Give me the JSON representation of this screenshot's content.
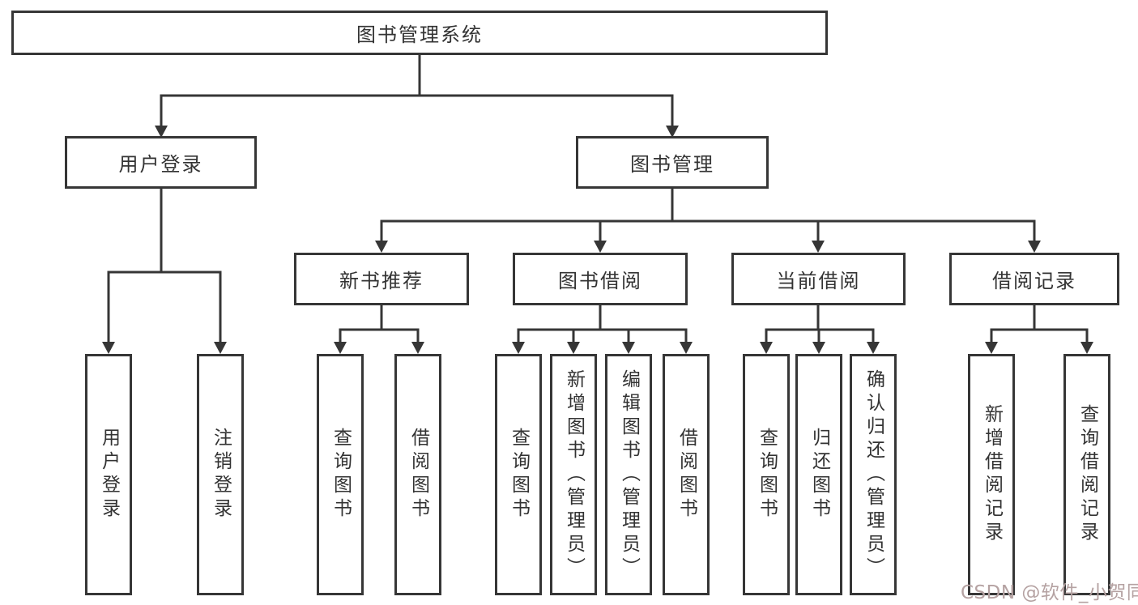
{
  "tree": {
    "root": {
      "label": "图书管理系统"
    },
    "branches": [
      {
        "label": "用户登录",
        "children": [
          {
            "label": "用户登录"
          },
          {
            "label": "注销登录"
          }
        ]
      },
      {
        "label": "图书管理",
        "children": [
          {
            "label": "新书推荐",
            "children": [
              {
                "label": "查询图书"
              },
              {
                "label": "借阅图书"
              }
            ]
          },
          {
            "label": "图书借阅",
            "children": [
              {
                "label": "查询图书"
              },
              {
                "label": "新增图书（管理员）"
              },
              {
                "label": "编辑图书（管理员）"
              },
              {
                "label": "借阅图书"
              }
            ]
          },
          {
            "label": "当前借阅",
            "children": [
              {
                "label": "查询图书"
              },
              {
                "label": "归还图书"
              },
              {
                "label": "确认归还（管理员）"
              }
            ]
          },
          {
            "label": "借阅记录",
            "children": [
              {
                "label": "新增借阅记录"
              },
              {
                "label": "查询借阅记录"
              }
            ]
          }
        ]
      }
    ]
  },
  "watermark": {
    "text": "CSDN @软件_小贺同学",
    "color": "#b5a2a2"
  },
  "colors": {
    "line": "#363636",
    "box_border": "#363636",
    "box_fill": "#ffffff",
    "text": "#333333",
    "background": "#ffffff"
  }
}
